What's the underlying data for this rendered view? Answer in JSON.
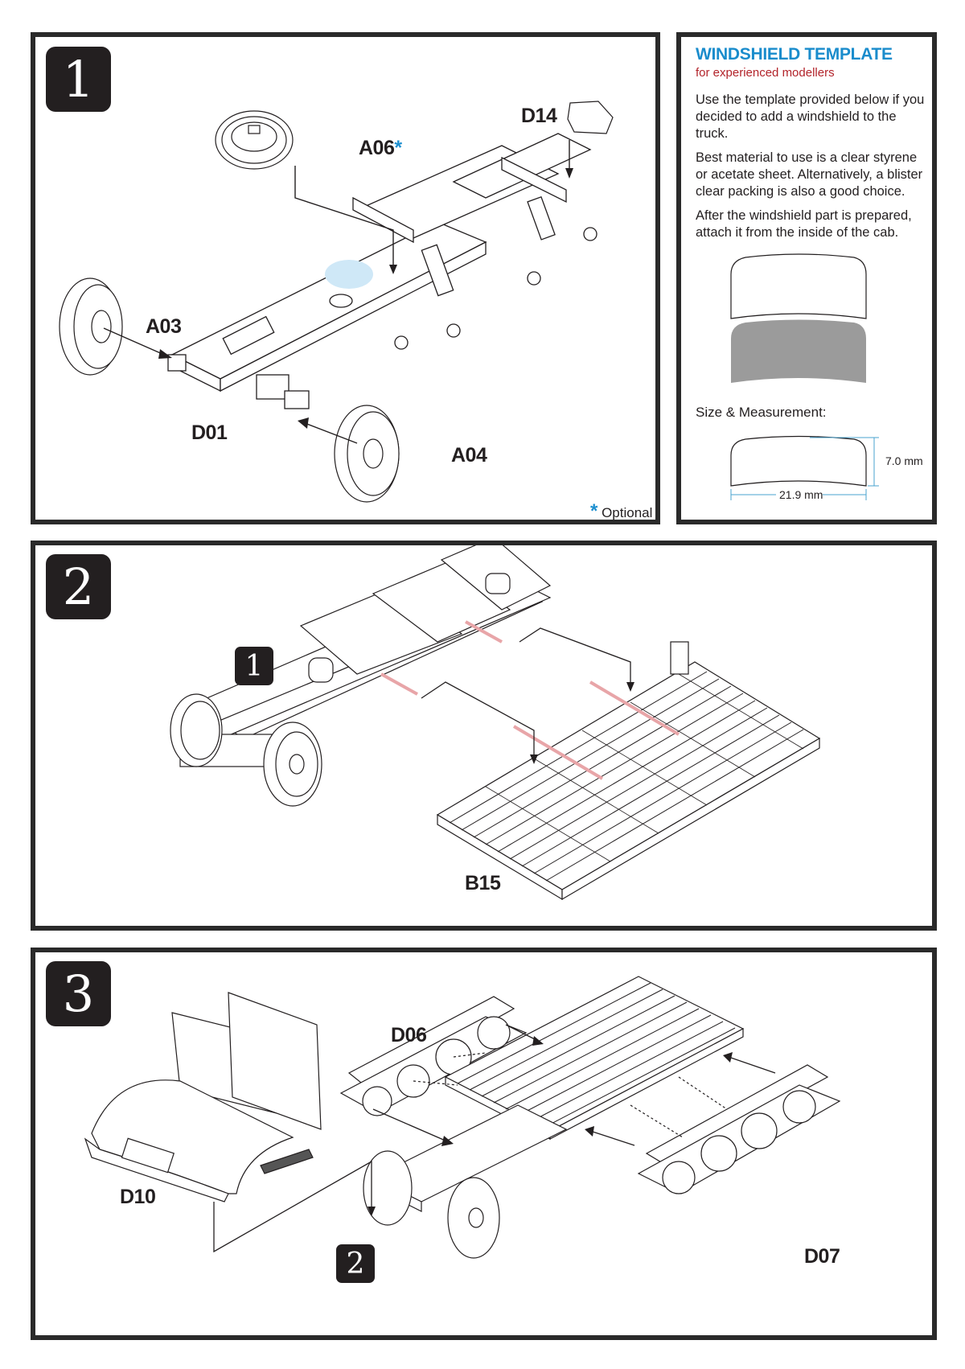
{
  "steps": [
    {
      "number": "1",
      "parts": {
        "spare_wheel": "A06",
        "optional_mark": "*",
        "seat_part": "D14",
        "front_left_wheel": "A03",
        "chassis": "D01",
        "front_right_wheel": "A04"
      },
      "note": {
        "symbol": "*",
        "text": "Optional"
      }
    },
    {
      "number": "2",
      "sub_assembly_ref": "1",
      "parts": {
        "deck": "B15"
      }
    },
    {
      "number": "3",
      "sub_assembly_ref": "2",
      "parts": {
        "left_track": "D06",
        "cab": "D10",
        "right_track": "D07"
      }
    }
  ],
  "windshield_template": {
    "title": "WINDSHIELD TEMPLATE",
    "subtitle": "for experienced modellers",
    "paragraphs": [
      "Use the template provided below if you decided to add a windshield to the truck.",
      "Best material to use is a clear styrene or acetate sheet.  Alternatively, a blister clear packing is also a good choice.",
      "After the windshield part is prepared, attach it from the inside of the cab."
    ],
    "measurement_label": "Size & Measurement:",
    "height_dim": "7.0 mm",
    "width_dim": "21.9 mm"
  },
  "colors": {
    "accent_blue": "#1a8ccc",
    "accent_red": "#b2232a",
    "highlight_pink": "#e8a5a8",
    "target_blue": "#cfe8f7",
    "template_gray": "#9b9b9b",
    "frame": "#2a2a2a"
  }
}
